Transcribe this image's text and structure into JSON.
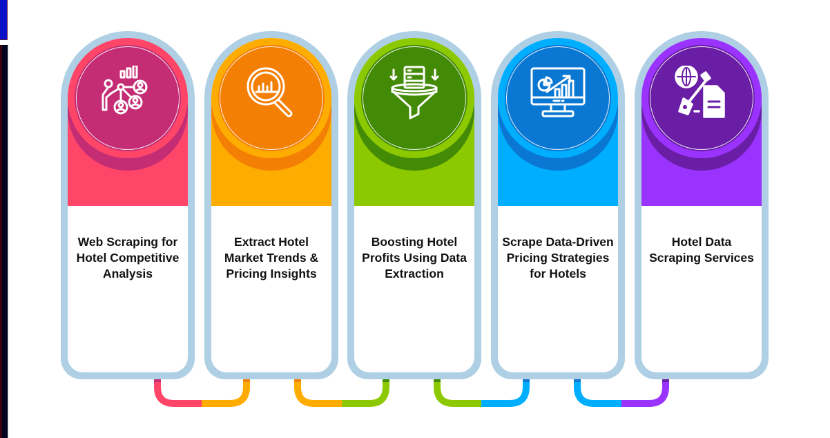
{
  "diagram": {
    "type": "process-infographic",
    "steps": [
      {
        "id": "step-1",
        "label": "Web Scraping for Hotel Competitive Analysis",
        "lines": [
          "Web Scraping",
          "for Hotel",
          "Competitive",
          "Analysis"
        ],
        "icon": "presentation-network-icon",
        "colors": {
          "header": "#ff4668",
          "disc": "#c42c74",
          "outline": "#aecfe4"
        }
      },
      {
        "id": "step-2",
        "label": "Extract Hotel Market Trends & Pricing Insights",
        "lines": [
          "Extract Hotel",
          "Market Trends &",
          "Pricing Insights"
        ],
        "icon": "magnifier-chart-icon",
        "colors": {
          "header": "#ffac00",
          "disc": "#f47f05",
          "outline": "#aecfe4"
        }
      },
      {
        "id": "step-3",
        "label": "Boosting Hotel Profits Using Data Extraction",
        "lines": [
          "Boosting Hotel",
          "Profits Using",
          "Data Extraction"
        ],
        "icon": "data-funnel-icon",
        "colors": {
          "header": "#8cc900",
          "disc": "#438a06",
          "outline": "#aecfe4"
        }
      },
      {
        "id": "step-4",
        "label": "Scrape Data-Driven Pricing Strategies for Hotels",
        "lines": [
          "Scrape",
          "Data-Driven",
          "Pricing",
          "Strategies for",
          "Hotels"
        ],
        "icon": "monitor-analytics-icon",
        "colors": {
          "header": "#00aeff",
          "disc": "#0a78d3",
          "outline": "#aecfe4"
        }
      },
      {
        "id": "step-5",
        "label": "Hotel Data Scraping Services",
        "lines": [
          "Hotel Data",
          "Scraping",
          "Services"
        ],
        "icon": "globe-scraper-document-icon",
        "colors": {
          "header": "#9b33ff",
          "disc": "#6a1ea6",
          "outline": "#aecfe4"
        }
      }
    ],
    "connectors": [
      {
        "from": "step-1",
        "to": "step-2",
        "colors": [
          "#ff4668",
          "#ffac00"
        ]
      },
      {
        "from": "step-2",
        "to": "step-3",
        "colors": [
          "#ffac00",
          "#8cc900"
        ]
      },
      {
        "from": "step-3",
        "to": "step-4",
        "colors": [
          "#8cc900",
          "#00aeff"
        ]
      },
      {
        "from": "step-4",
        "to": "step-5",
        "colors": [
          "#00aeff",
          "#9b33ff"
        ]
      }
    ]
  }
}
